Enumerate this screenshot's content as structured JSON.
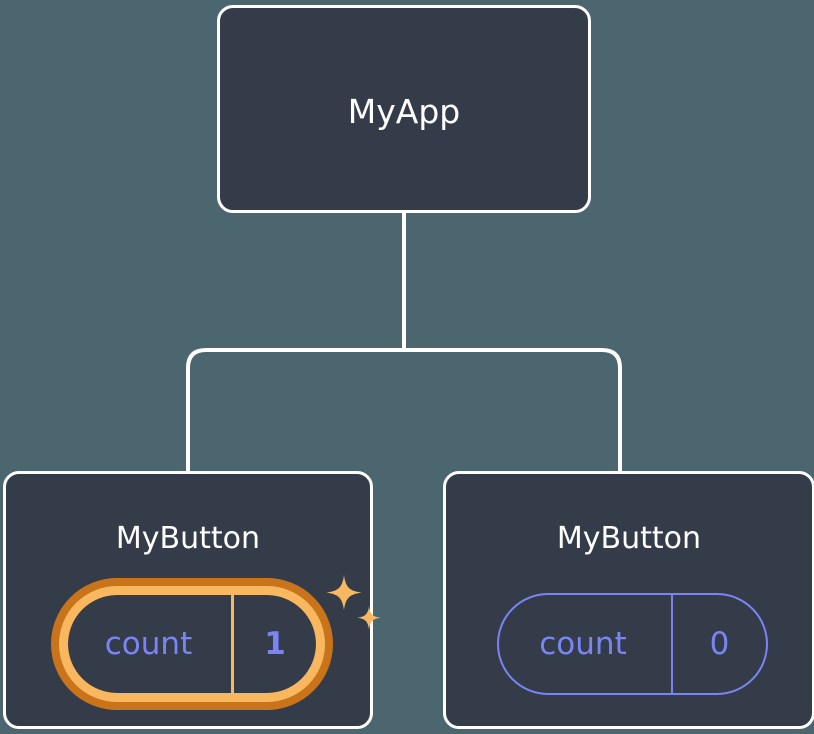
{
  "diagram": {
    "type": "component-tree",
    "background_color": "#4c6670",
    "node_fill_color": "#343c4a",
    "node_border_color": "#ffffff",
    "connector_color": "#ffffff",
    "highlight_colors": {
      "ring_outer": "#c9741a",
      "ring_inner": "#f9b75f",
      "sparkle": "#f9b75f"
    },
    "state_colors": {
      "text": "#7b84f4",
      "border": "#7b84f4"
    }
  },
  "root": {
    "title": "MyApp"
  },
  "children": [
    {
      "title": "MyButton",
      "highlighted": true,
      "state": {
        "key": "count",
        "value": "1"
      }
    },
    {
      "title": "MyButton",
      "highlighted": false,
      "state": {
        "key": "count",
        "value": "0"
      }
    }
  ]
}
